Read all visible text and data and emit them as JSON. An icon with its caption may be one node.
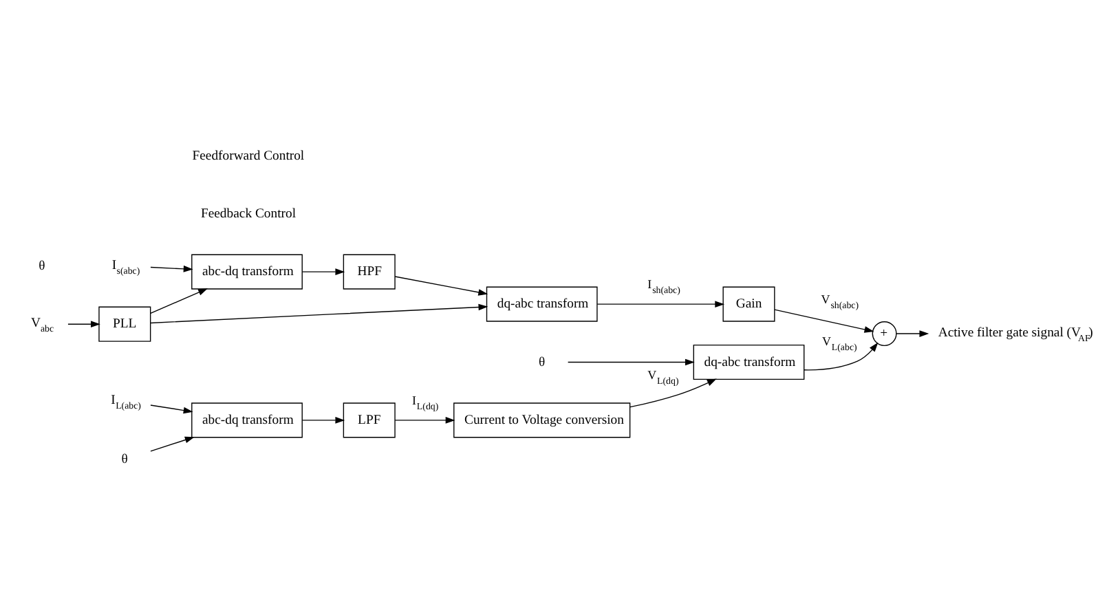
{
  "diagram": {
    "nodes": [
      {
        "text": [
          "V$_{abc}$"
        ]
      },
      {
        "text": [
          "PLL"
        ]
      },
      {
        "text": [
          "I$_{s(abc)}$"
        ]
      },
      {
        "text": [
          "abc-dq transform"
        ]
      },
      {
        "text": [
          "HPF"
        ]
      },
      {
        "text": [
          "dq-abc transform"
        ]
      },
      {
        "text": [
          "Gain"
        ]
      },
      {
        "text": [
          "+"
        ]
      },
      {
        "text": [
          "Active filter gate signal (V$_{AF}$)"
        ]
      },
      {
        "text": [
          "I$_{L(abc)}$"
        ]
      },
      {
        "text": [
          "θ"
        ]
      },
      {
        "text": [
          "abc-dq transform"
        ]
      },
      {
        "text": [
          "LPF"
        ]
      },
      {
        "text": [
          "Current to Voltage conversion"
        ]
      },
      {
        "text": [
          "θ"
        ]
      },
      {
        "text": [
          "dq-abc transform"
        ]
      }
    ],
    "edges": [
      {
        "from": 0,
        "to": 1,
        "arrow": "to"
      },
      {
        "from": 1,
        "to": 3,
        "arrow": "to"
      },
      {
        "from": 1,
        "to": 5,
        "arrow": "to"
      },
      {
        "from": 2,
        "to": 3,
        "arrow": "to"
      },
      {
        "from": 3,
        "to": 4,
        "arrow": "to"
      },
      {
        "from": 4,
        "to": 5,
        "arrow": "to"
      },
      {
        "from": 5,
        "to": 6,
        "arrow": "to",
        "label": "I$_{sh(abc)}$"
      },
      {
        "from": 6,
        "to": 7,
        "arrow": "to",
        "label": "V$_{sh(abc)}$"
      },
      {
        "from": 7,
        "to": 8,
        "arrow": "to"
      },
      {
        "from": 9,
        "to": 11,
        "arrow": "to"
      },
      {
        "from": 10,
        "to": 11,
        "arrow": "to"
      },
      {
        "from": 11,
        "to": 12,
        "arrow": "to"
      },
      {
        "from": 12,
        "to": 13,
        "arrow": "to",
        "label": "I$_{L(dq)}$"
      },
      {
        "from": 13,
        "to": 15,
        "arrow": "to",
        "label": "V$_{L(dq)}$"
      },
      {
        "from": 14,
        "to": 15,
        "arrow": "to"
      },
      {
        "from": 15,
        "to": 7,
        "arrow": "to",
        "label": "V$_{L(abc)}$"
      }
    ],
    "labels": [
      "θ",
      "Feedback Control",
      "Feedforward Control"
    ]
  }
}
